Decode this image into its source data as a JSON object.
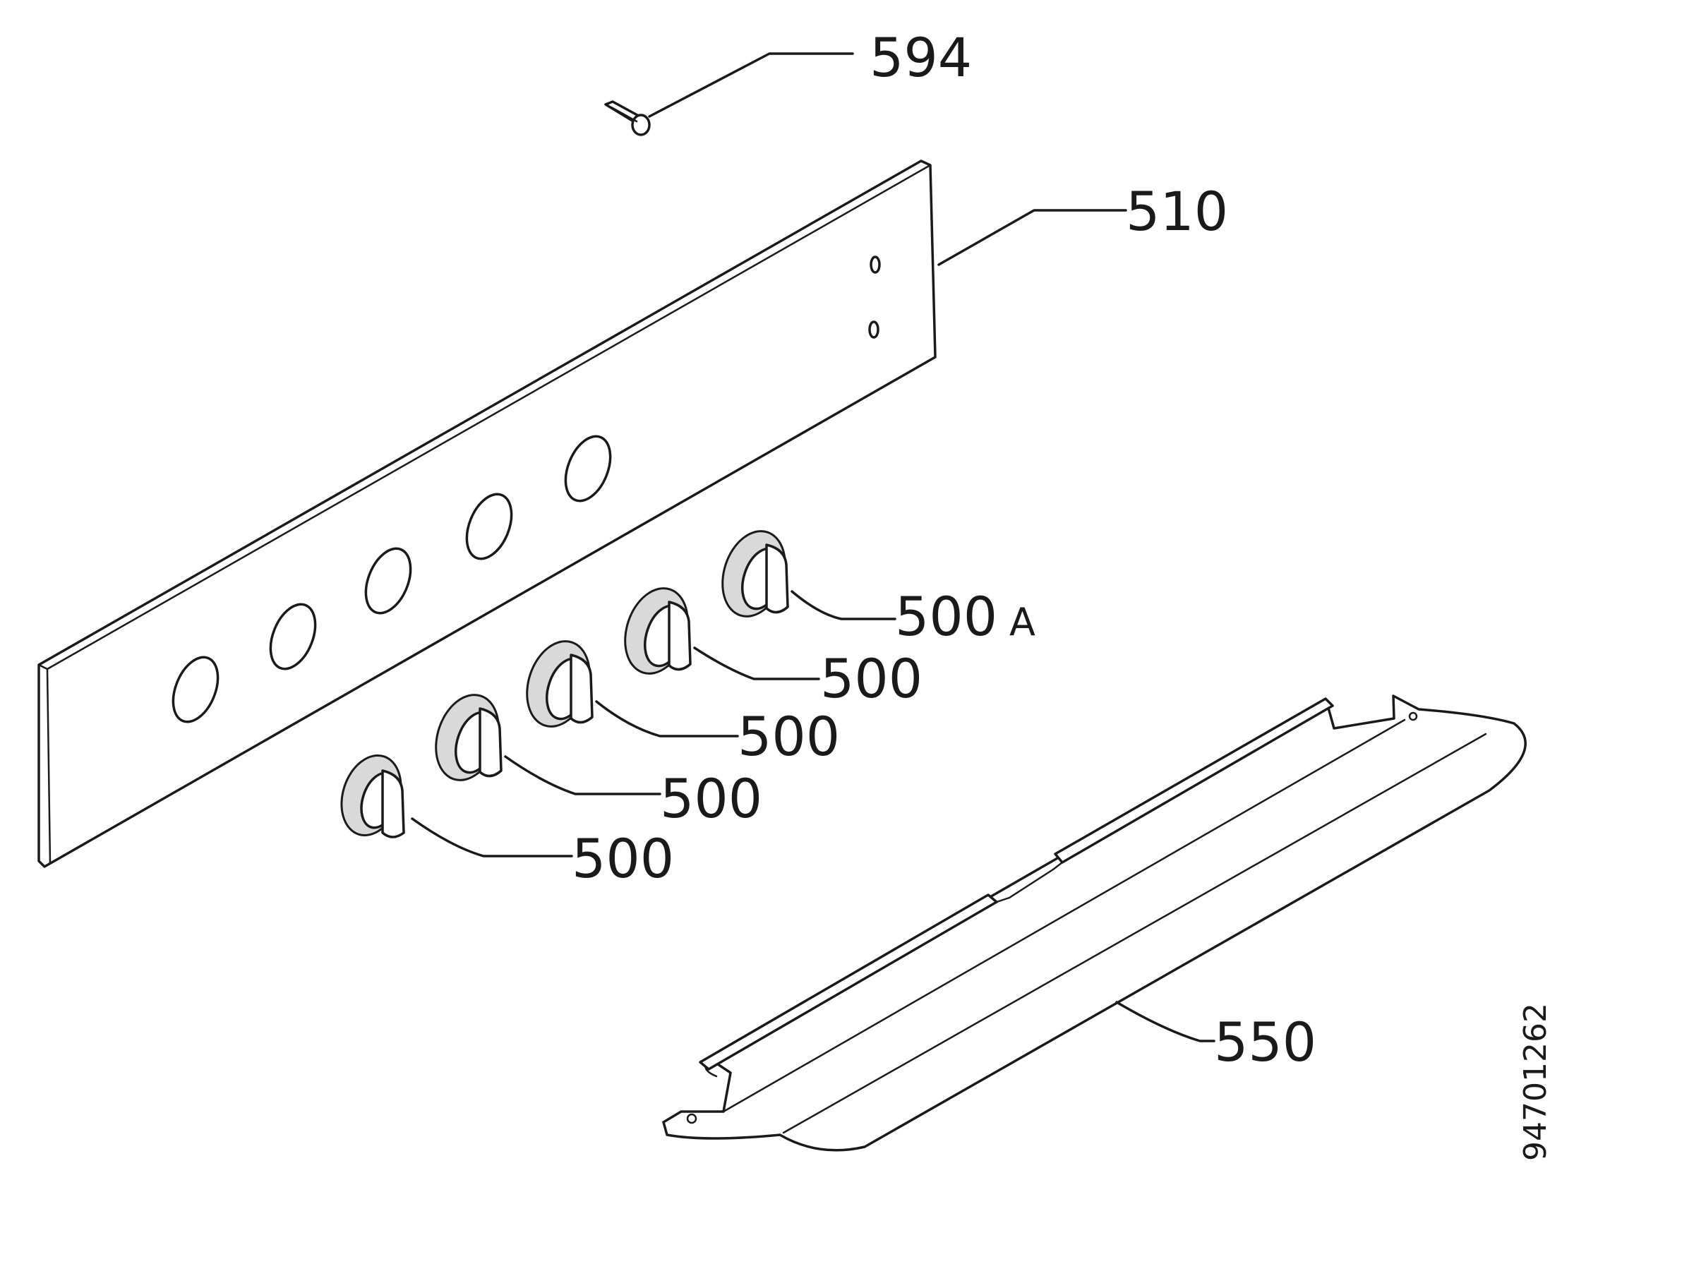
{
  "callouts": {
    "c594": "594",
    "c510": "510",
    "c500a_num": "500",
    "c500a_suffix": "A",
    "c500_1": "500",
    "c500_2": "500",
    "c500_3": "500",
    "c500_4": "500",
    "c550": "550"
  },
  "document_number": "94701262",
  "colors": {
    "line": "#1a1a1a",
    "knob_fill": "#d9d9d9",
    "background": "#ffffff"
  }
}
